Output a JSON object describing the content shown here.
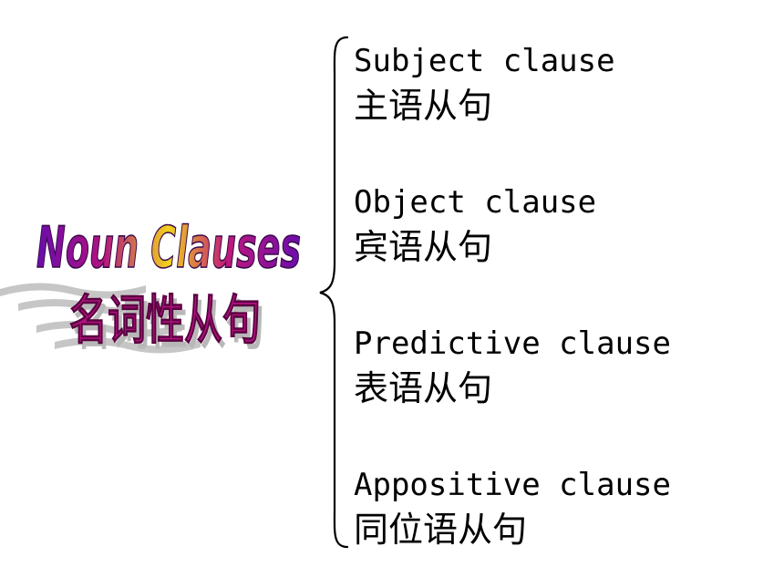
{
  "title": {
    "english": "Noun Clauses",
    "chinese": "名词性从句"
  },
  "clauses": [
    {
      "english": "Subject clause",
      "chinese": "主语从句"
    },
    {
      "english": "Object clause",
      "chinese": "宾语从句"
    },
    {
      "english": "Predictive clause",
      "chinese": "表语从句"
    },
    {
      "english": "Appositive clause",
      "chinese": "同位语从句"
    }
  ],
  "colors": {
    "title_gradient": [
      "#6a0dad",
      "#c0187a",
      "#f2d21b",
      "#c0187a",
      "#6a0dad"
    ],
    "subtitle_fill": "#b0127f",
    "subtitle_shadow": "#b8b8b8",
    "text": "#000000",
    "brace": "#000000"
  }
}
